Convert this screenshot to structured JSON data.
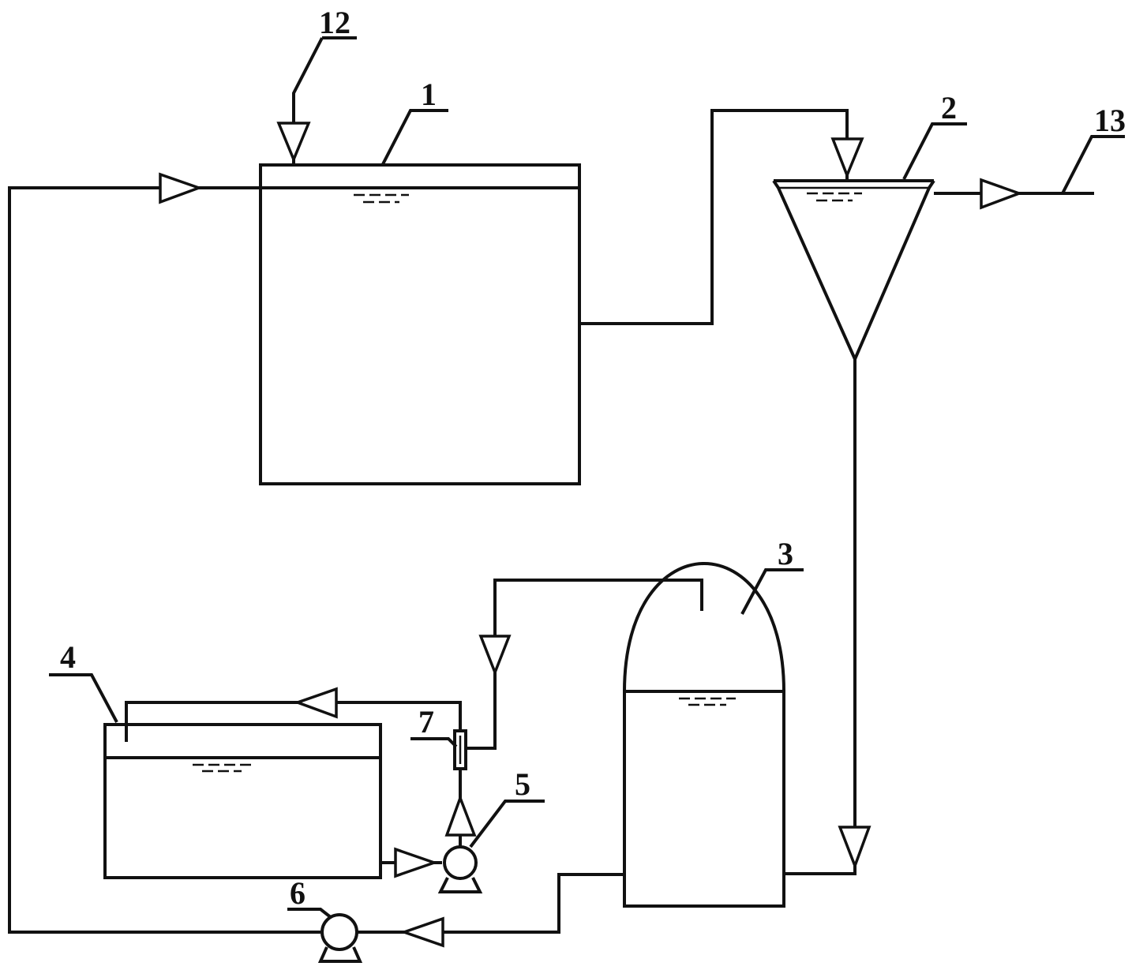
{
  "labels": {
    "tank_1": "1",
    "clarifier_2": "2",
    "reactor_3": "3",
    "tank_4": "4",
    "pump_5": "5",
    "pump_6": "6",
    "meter_7": "7",
    "inlet_12": "12",
    "outlet_13": "13"
  }
}
